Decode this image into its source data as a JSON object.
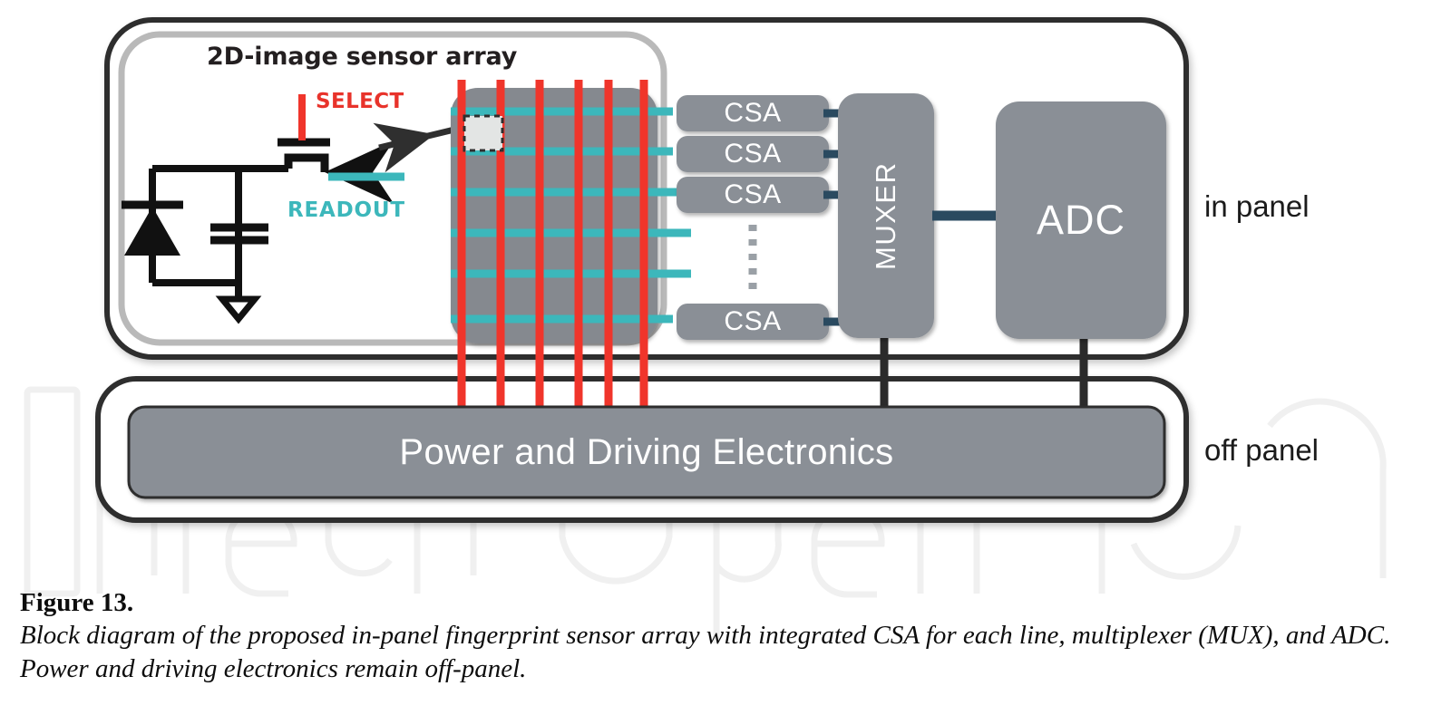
{
  "figure": {
    "array_title": "2D-image sensor array",
    "signals": {
      "select": "SELECT",
      "readout": "READOUT"
    },
    "blocks": {
      "csa": "CSA",
      "muxer": "MUXER",
      "adc": "ADC",
      "power": "Power and Driving Electronics"
    },
    "csa_blocks": [
      {
        "label": "CSA"
      },
      {
        "label": "CSA"
      },
      {
        "label": "CSA"
      },
      {
        "label": "CSA"
      }
    ],
    "region_labels": {
      "in_panel": "in panel",
      "off_panel": "off panel"
    },
    "array": {
      "select_lines": 6,
      "readout_lines": 6,
      "highlighted_pixel": "pixel-cell"
    },
    "colors": {
      "select_red": "#f0352b",
      "readout_teal": "#3cb7bb",
      "block_gray": "#8a8f96",
      "array_gray": "#85898f",
      "connector_navy": "#2a4a60",
      "connector_black": "#2b2b2b",
      "panel_border": "#2e2e2e",
      "panel_border_inner": "#b4b4b4",
      "pixel_fill": "#e3e5e4"
    },
    "watermark": "IntechOpen"
  },
  "caption": {
    "label": "Figure 13.",
    "body": "Block diagram of the proposed in-panel fingerprint sensor array with integrated CSA for each line, multiplexer (MUX), and ADC. Power and driving electronics remain off-panel."
  }
}
